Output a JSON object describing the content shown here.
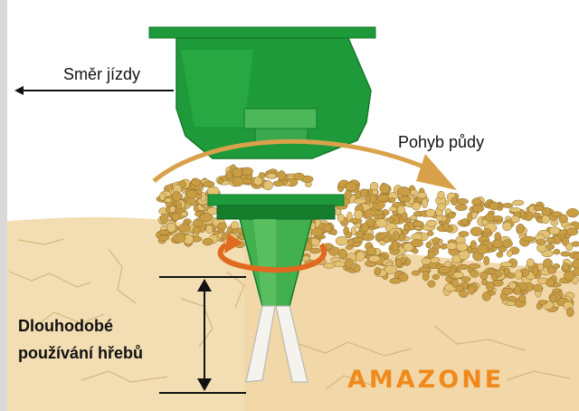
{
  "labels": {
    "direction": "Směr jízdy",
    "soil_movement": "Pohyb půdy",
    "tines_line1": "Dlouhodobé",
    "tines_line2": "používání hřebů"
  },
  "logo": {
    "text": "AMAZONE",
    "color": "#f08a1c"
  },
  "colors": {
    "machine_green": "#1f9a3a",
    "machine_dark": "#137a2a",
    "machine_light": "#4cb85a",
    "soil_surface": "#f3ddb2",
    "clod": "#c89d44",
    "clod_highlight": "#e3c274",
    "movement_arrow": "#d9a24a",
    "rotation_arrow": "#e06a1f",
    "tine": "#f4f3ee",
    "dimension_line": "#111111"
  },
  "icons": [
    "left-arrow-icon",
    "curved-arrow-icon",
    "rotation-arrow-icon",
    "dimension-arrow-icon"
  ]
}
